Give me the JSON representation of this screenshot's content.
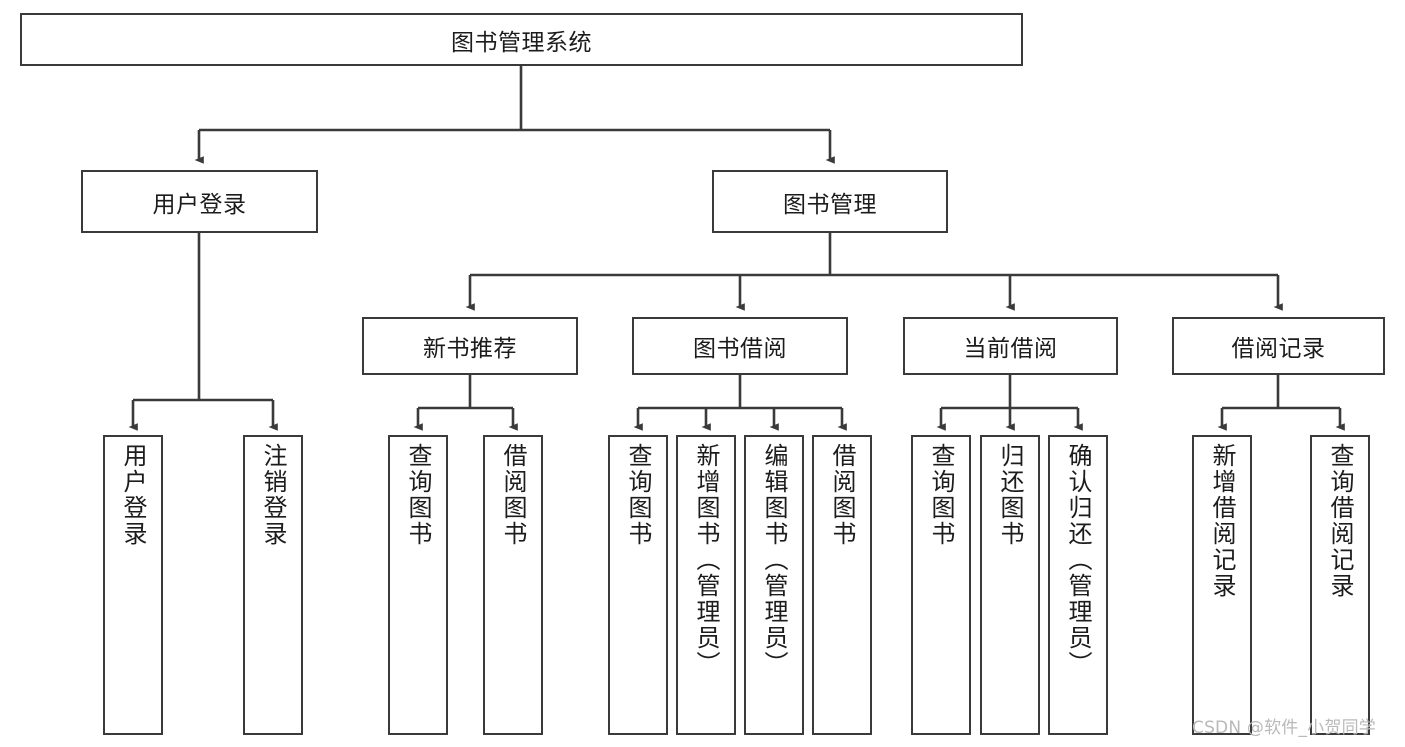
{
  "diagram": {
    "type": "tree",
    "title": "图书管理系统",
    "root": {
      "label": "图书管理系统"
    },
    "level2": [
      {
        "label": "用户登录"
      },
      {
        "label": "图书管理"
      }
    ],
    "level3": [
      {
        "label": "新书推荐"
      },
      {
        "label": "图书借阅"
      },
      {
        "label": "当前借阅"
      },
      {
        "label": "借阅记录"
      }
    ],
    "leaves": {
      "user_login": [
        {
          "label": "用户登录"
        },
        {
          "label": "注销登录"
        }
      ],
      "new_book_recommend": [
        {
          "label": "查询图书"
        },
        {
          "label": "借阅图书"
        }
      ],
      "book_borrow": [
        {
          "label": "查询图书"
        },
        {
          "label": "新增图书（管理员）"
        },
        {
          "label": "编辑图书（管理员）"
        },
        {
          "label": "借阅图书"
        }
      ],
      "current_borrow": [
        {
          "label": "查询图书"
        },
        {
          "label": "归还图书"
        },
        {
          "label": "确认归还（管理员）"
        }
      ],
      "borrow_record": [
        {
          "label": "新增借阅记录"
        },
        {
          "label": "查询借阅记录"
        }
      ]
    }
  },
  "watermark": {
    "text": "CSDN @软件_小贺同学"
  },
  "colors": {
    "stroke": "#3a3a3a",
    "fill": "#ffffff",
    "text": "#1c1c1c",
    "watermark": "#b9b9b9"
  }
}
